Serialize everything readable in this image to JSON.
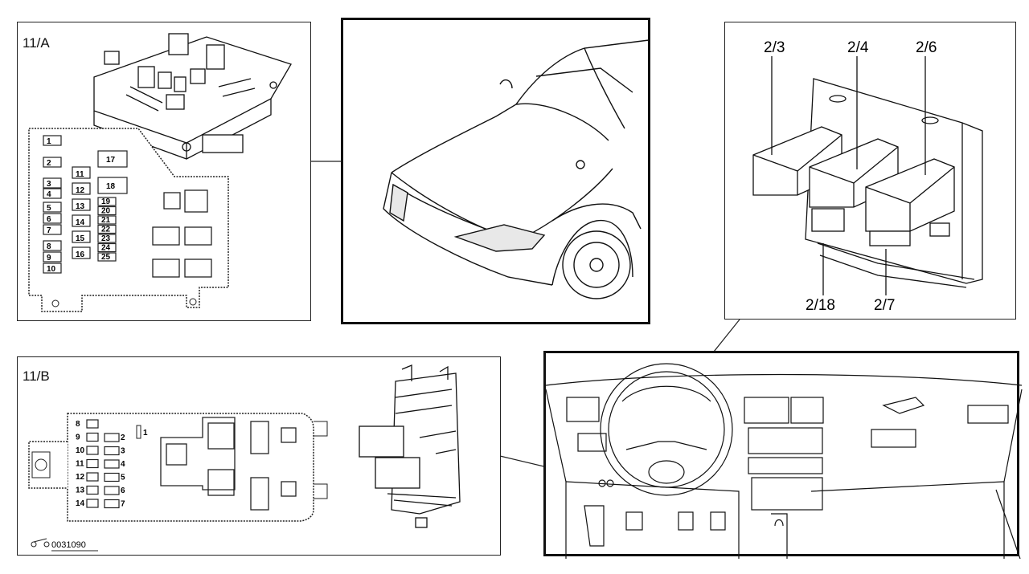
{
  "panels": {
    "a": {
      "label": "11/A"
    },
    "b": {
      "label": "11/B",
      "code": "0031090"
    },
    "relay": {
      "labels": [
        "2/3",
        "2/4",
        "2/6",
        "2/18",
        "2/7"
      ]
    }
  },
  "fuse_box_a": {
    "left_column": [
      "1",
      "2",
      "3",
      "4",
      "5",
      "6",
      "7",
      "8",
      "9",
      "10"
    ],
    "middle_column": [
      "11",
      "12",
      "13",
      "14",
      "15",
      "16"
    ],
    "large_fuses": [
      "17",
      "18"
    ],
    "right_column": [
      "19",
      "20",
      "21",
      "22",
      "23",
      "24",
      "25"
    ]
  },
  "fuse_box_b": {
    "left_column": [
      "8",
      "9",
      "10",
      "11",
      "12",
      "13",
      "14"
    ],
    "right_column": [
      "2",
      "3",
      "4",
      "5",
      "6",
      "7"
    ],
    "single": "1"
  }
}
